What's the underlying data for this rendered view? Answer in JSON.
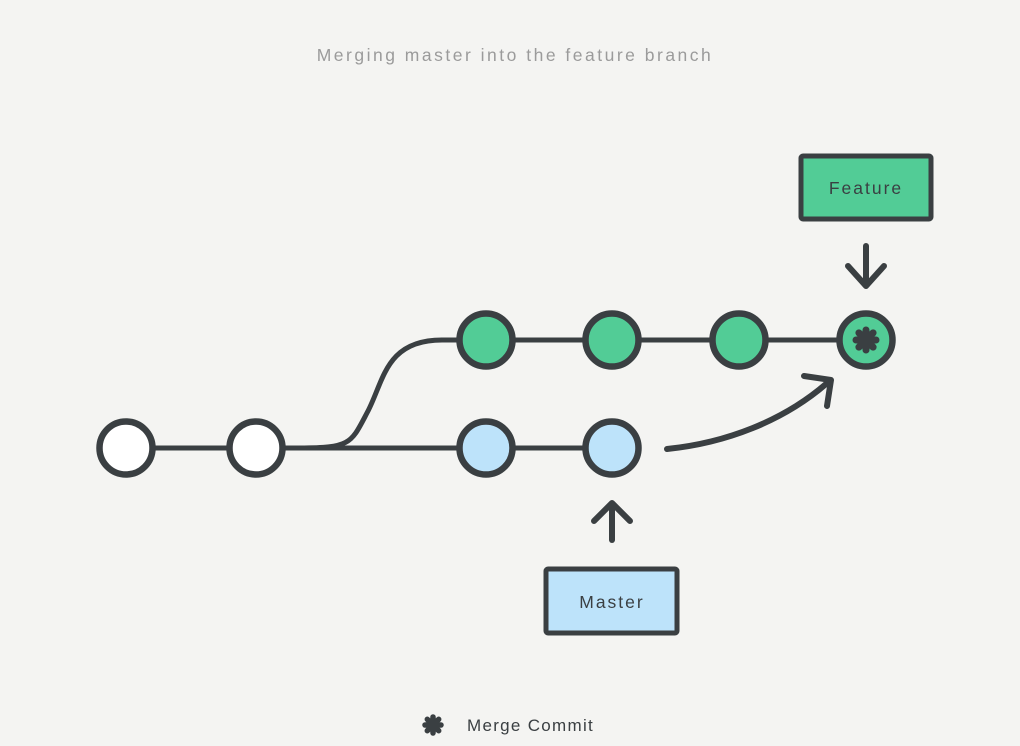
{
  "title": "Merging master into the feature branch",
  "labels": {
    "feature": "Feature",
    "master": "Master"
  },
  "legend": {
    "icon": "merge-commit-asterisk-icon",
    "label": "Merge Commit"
  },
  "colors": {
    "background": "#F4F4F2",
    "outline_dark": "#3A3F42",
    "feature_green": "#52CC96",
    "master_blue": "#BDE3FA",
    "commit_white": "#FFFFFF",
    "title_gray": "#9B9B9B"
  },
  "diagram": {
    "type": "git-branch-merge",
    "base_commits": 2,
    "feature_branch": {
      "label": "Feature",
      "commit_count": 3,
      "has_merge_commit": true,
      "color": "#52CC96"
    },
    "master_branch": {
      "label": "Master",
      "commit_count": 2,
      "color": "#BDE3FA"
    }
  }
}
